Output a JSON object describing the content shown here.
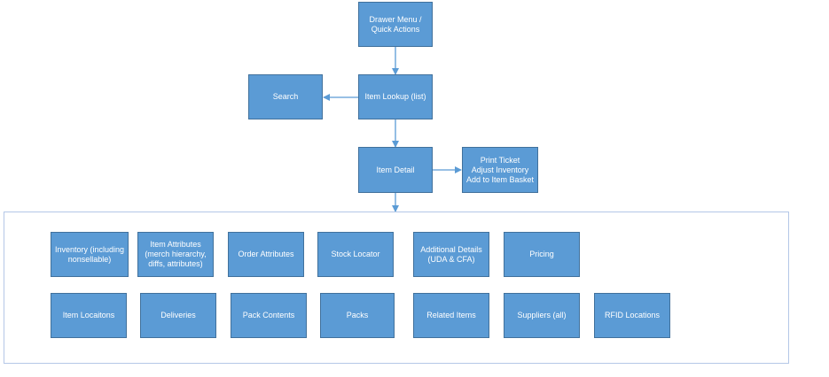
{
  "diagram": {
    "top": {
      "drawer_menu": "Drawer Menu /\nQuick Actions",
      "search": "Search",
      "item_lookup": "Item Lookup (list)",
      "item_detail": "Item Detail",
      "actions": "Print Ticket\nAdjust Inventory\nAdd to Item Basket"
    },
    "detail_row1": [
      "Inventory (including\nnonsellable)",
      "Item Attributes\n(merch hierarchy,\ndiffs, attributes)",
      "Order Attributes",
      "Stock Locator",
      "Additional Details\n(UDA & CFA)",
      "Pricing"
    ],
    "detail_row2": [
      "Item Locaitons",
      "Deliveries",
      "Pack Contents",
      "Packs",
      "Related Items",
      "Suppliers (all)",
      "RFID Locations"
    ],
    "colors": {
      "box_fill": "#5b9bd5",
      "box_border": "#41719c",
      "arrow": "#5b9bd5",
      "container_border": "#b4c7e7"
    }
  }
}
